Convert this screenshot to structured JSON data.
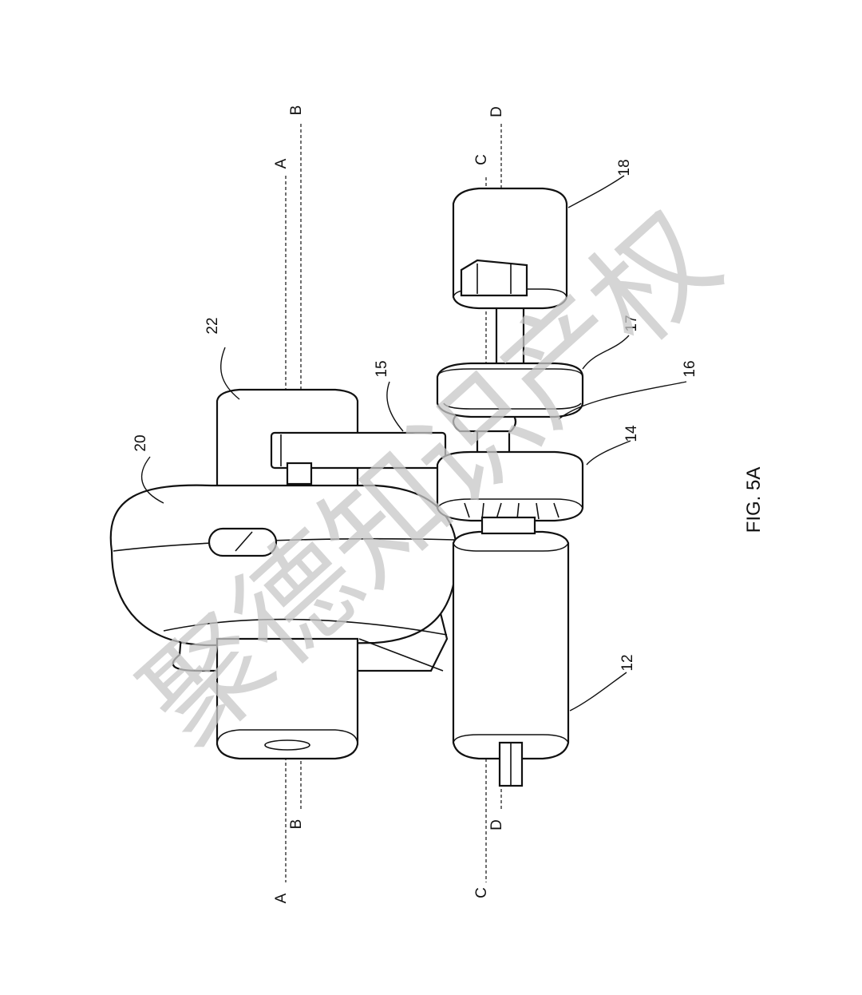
{
  "figure": {
    "caption": "FIG. 5A",
    "watermark": "聚德知识产权",
    "section_marks": {
      "a_top": "A",
      "a_bottom": "A",
      "b_top": "B",
      "b_bottom": "B",
      "c_top": "C",
      "c_bottom": "C",
      "d_top": "D",
      "d_bottom": "D"
    },
    "reference_numerals": {
      "housing": "20",
      "cylinder_top": "22",
      "link_arm": "15",
      "wheel_upper": "17",
      "coupling": "16",
      "motor_upper": "18",
      "wheel_lower": "14",
      "motor_lower": "12"
    }
  }
}
